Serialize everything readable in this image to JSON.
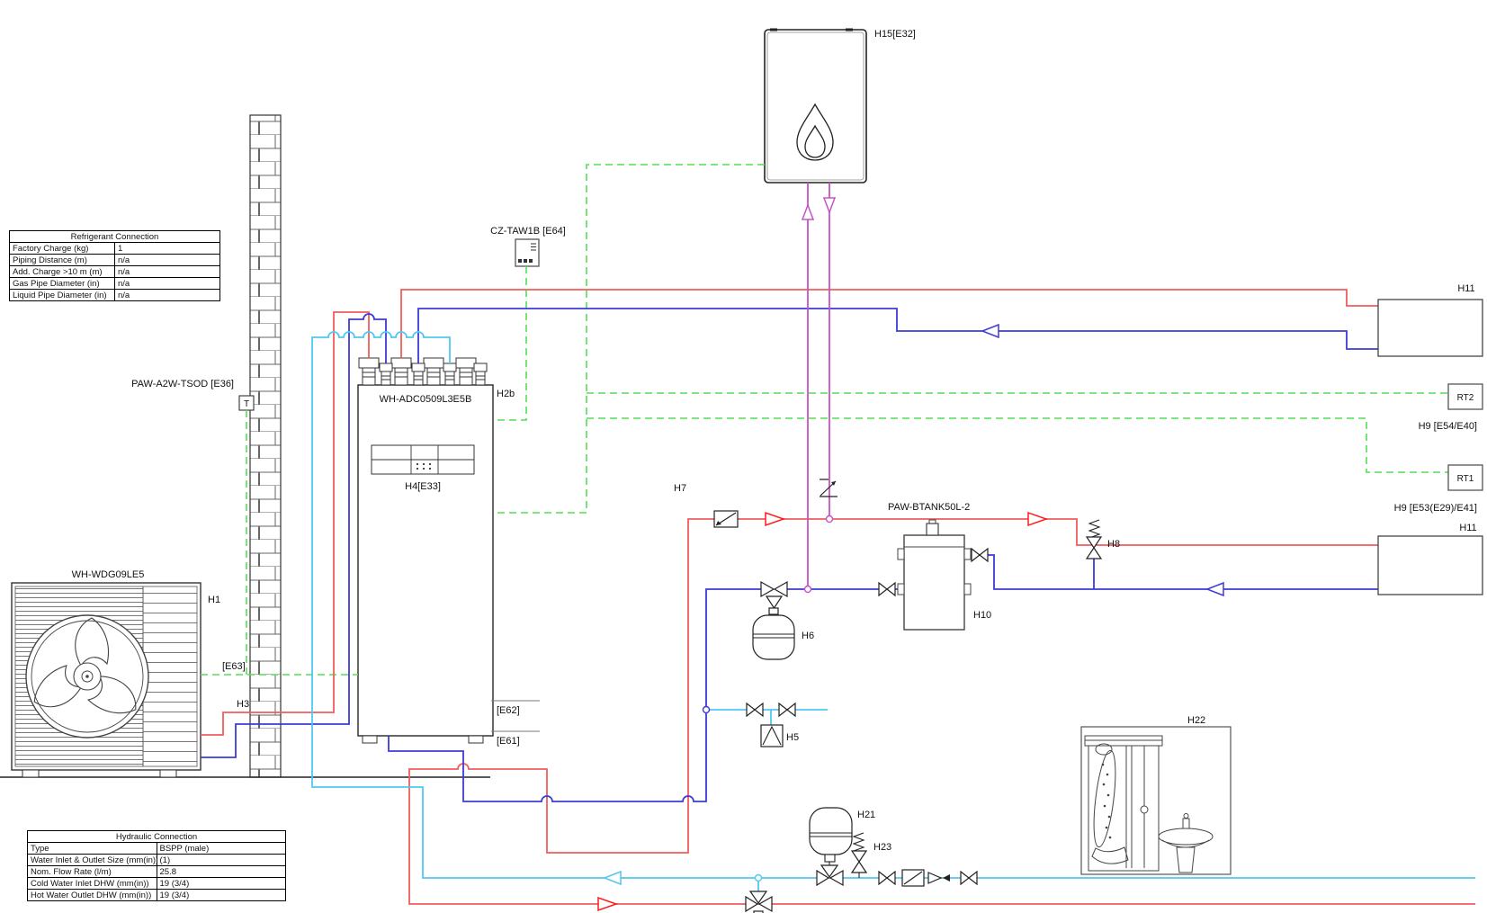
{
  "tables": {
    "refrigerant": {
      "title": "Refrigerant Connection",
      "rows": [
        {
          "label": "Factory Charge (kg)",
          "value": "1"
        },
        {
          "label": "Piping Distance (m)",
          "value": "n/a"
        },
        {
          "label": "Add. Charge >10 m (m)",
          "value": "n/a"
        },
        {
          "label": "Gas Pipe Diameter (in)",
          "value": "n/a"
        },
        {
          "label": "Liquid Pipe Diameter (in)",
          "value": "n/a"
        }
      ]
    },
    "hydraulic": {
      "title": "Hydraulic Connection",
      "rows": [
        {
          "label": "Type",
          "value": "BSPP (male)"
        },
        {
          "label": "Water Inlet & Outlet Size (mm(in))",
          "value": "(1)"
        },
        {
          "label": "Nom. Flow Rate (l/m)",
          "value": "25.8"
        },
        {
          "label": "Cold Water Inlet DHW (mm(in))",
          "value": "19 (3/4)"
        },
        {
          "label": "Hot Water Outlet DHW (mm(in))",
          "value": "19 (3/4)"
        }
      ]
    }
  },
  "labels": {
    "outdoor_model": "WH-WDG09LE5",
    "h1": "H1",
    "h3": "H3",
    "e63": "[E63]",
    "tsod": "PAW-A2W-TSOD [E36]",
    "t_sensor": "T",
    "indoor_model": "WH-ADC0509L3E5B",
    "h2b": "H2b",
    "h4": "H4[E33]",
    "e62": "[E62]",
    "e61": "[E61]",
    "cztaw": "CZ-TAW1B [E64]",
    "boiler": "H15[E32]",
    "h7": "H7",
    "h6": "H6",
    "h5": "H5",
    "h8": "H8",
    "h10": "H10",
    "btank": "PAW-BTANK50L-2",
    "h21": "H21",
    "h22": "H22",
    "h23": "H23",
    "h11_top": "H11",
    "h11_bottom": "H11",
    "rt2": "RT2",
    "rt1": "RT1",
    "h9_top": "H9 [E54/E40]",
    "h9_bottom": "H9 [E53(E29)/E41]"
  },
  "colors": {
    "pipe_red": "#f25c5c",
    "arrow_red": "#ff1a1a",
    "pipe_blue": "#3b3bd6",
    "pipe_cyan": "#4fc8f2",
    "pipe_magenta": "#c653c6",
    "signal_green": "#55dd55"
  }
}
